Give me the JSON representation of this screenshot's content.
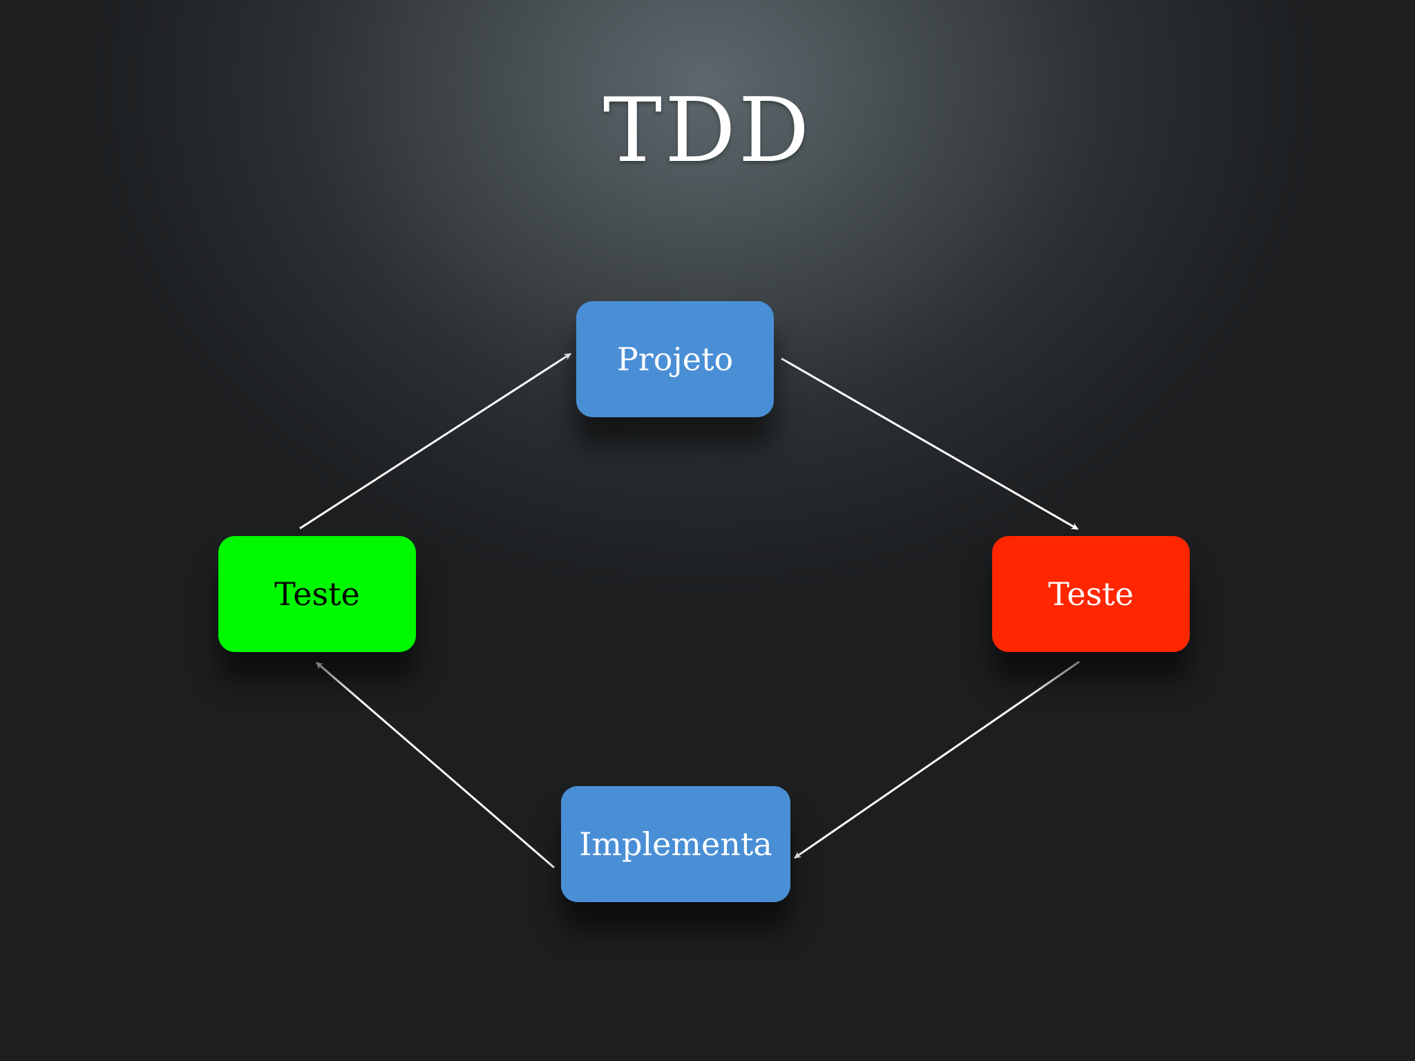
{
  "title": "TDD",
  "nodes": {
    "projeto": {
      "label": "Projeto",
      "color": "#4a8fd6",
      "text_color": "#ffffff"
    },
    "teste_red": {
      "label": "Teste",
      "color": "#ff2600",
      "text_color": "#ffffff"
    },
    "teste_green": {
      "label": "Teste",
      "color": "#00f900",
      "text_color": "#000000"
    },
    "implementa": {
      "label": "Implementa",
      "color": "#4a8fd6",
      "text_color": "#ffffff"
    }
  },
  "edges": [
    {
      "from": "projeto",
      "to": "teste_red"
    },
    {
      "from": "teste_red",
      "to": "implementa"
    },
    {
      "from": "implementa",
      "to": "teste_green"
    },
    {
      "from": "teste_green",
      "to": "projeto"
    }
  ],
  "arrow_color": "#ffffff"
}
